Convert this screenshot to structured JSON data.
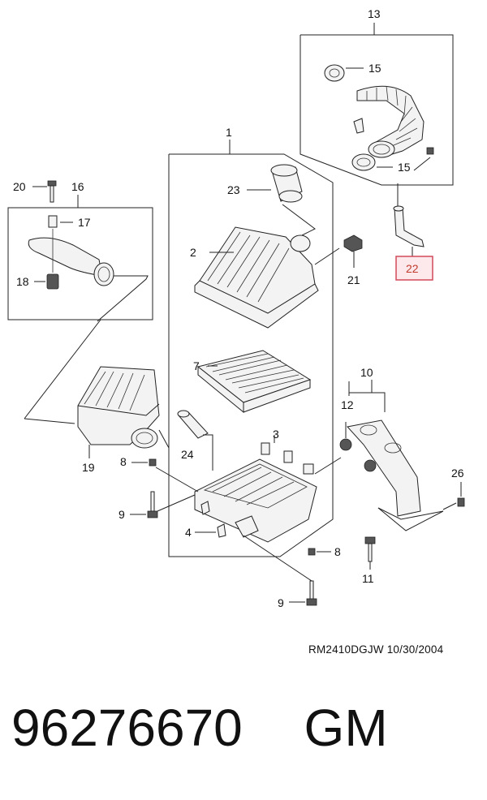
{
  "callouts": {
    "c1": "1",
    "c2": "2",
    "c3": "3",
    "c4": "4",
    "c7": "7",
    "c8a": "8",
    "c8b": "8",
    "c9a": "9",
    "c9b": "9",
    "c10": "10",
    "c11": "11",
    "c12": "12",
    "c13": "13",
    "c15a": "15",
    "c15b": "15",
    "c16": "16",
    "c17": "17",
    "c18": "18",
    "c19": "19",
    "c20": "20",
    "c21": "21",
    "c22": "22",
    "c23": "23",
    "c24": "24",
    "c26": "26"
  },
  "highlighted_callout": "22",
  "colors": {
    "highlight_fill": "#fde9ec",
    "highlight_stroke": "#d04a5a",
    "highlight_text": "#c0392b"
  },
  "footer": {
    "reference": "RM2410DGJW  10/30/2004"
  },
  "part": {
    "number": "96276670",
    "brand": "GM"
  }
}
